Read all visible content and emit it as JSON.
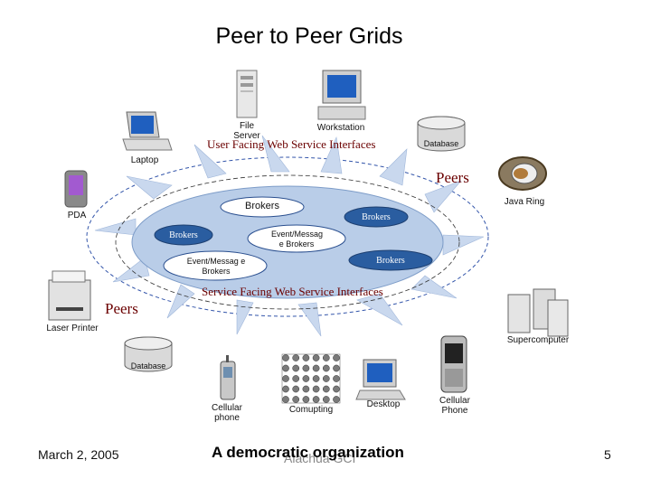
{
  "title": "Peer to Peer Grids",
  "interfaces": {
    "user_facing": "User Facing Web Service Interfaces",
    "service_facing": "Service Facing Web Service Interfaces"
  },
  "peers_labels": [
    "Peers",
    "Peers"
  ],
  "brokers": [
    {
      "label": "Brokers"
    },
    {
      "label": "Brokers"
    },
    {
      "label": "Brokers"
    },
    {
      "label": "Event/Messag e Brokers"
    },
    {
      "label": "Brokers"
    },
    {
      "label": "Event/Messag e Brokers"
    }
  ],
  "devices": {
    "file_server": "File Server",
    "workstation": "Workstation",
    "laptop": "Laptop",
    "database_top": "Database",
    "pda": "PDA",
    "java_ring": "Java Ring",
    "laser_printer": "Laser Printer",
    "supercomputer": "Supercomputer",
    "database_bottom": "Database",
    "cellular_phone_left": "Cellular phone",
    "computing": "Comupting",
    "desktop": "Desktop",
    "cellular_phone_right": "Cellular Phone"
  },
  "footer": {
    "date": "March 2, 2005",
    "tagline": "A democratic organization",
    "watermark": "Alachua GCI",
    "page": "5"
  },
  "colors": {
    "ellipse_fill": "#b9cde8",
    "broker_fill": "#ffffff",
    "broker_dark_fill": "#2a5da0",
    "ray_fill": "#c9d8ee",
    "label_brown": "#6b0000"
  }
}
